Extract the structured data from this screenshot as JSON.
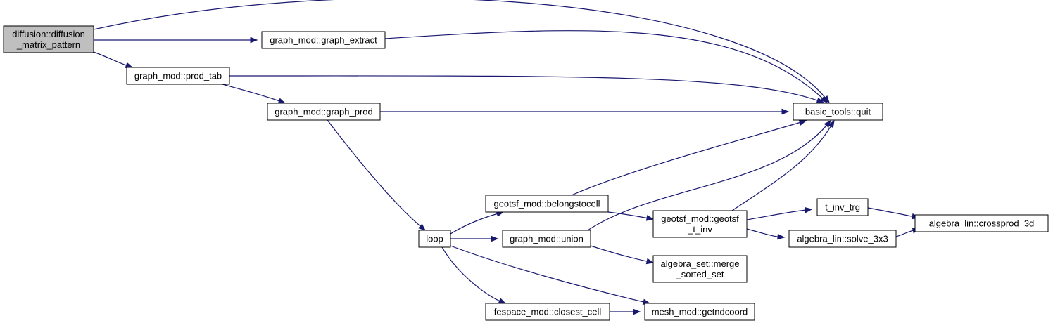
{
  "colors": {
    "edge": "#191970",
    "root_fill": "#bfbfbf",
    "node_fill": "#ffffff",
    "node_stroke": "#000000"
  },
  "nodes": {
    "diffusion_matrix_pattern": {
      "lines": [
        "diffusion::diffusion",
        "_matrix_pattern"
      ]
    },
    "graph_extract": {
      "lines": [
        "graph_mod::graph_extract"
      ]
    },
    "prod_tab": {
      "lines": [
        "graph_mod::prod_tab"
      ]
    },
    "graph_prod": {
      "lines": [
        "graph_mod::graph_prod"
      ]
    },
    "quit": {
      "lines": [
        "basic_tools::quit"
      ]
    },
    "loop": {
      "lines": [
        "loop"
      ]
    },
    "belongstocell": {
      "lines": [
        "geotsf_mod::belongstocell"
      ]
    },
    "union": {
      "lines": [
        "graph_mod::union"
      ]
    },
    "closest_cell": {
      "lines": [
        "fespace_mod::closest_cell"
      ]
    },
    "geotsf_t_inv": {
      "lines": [
        "geotsf_mod::geotsf",
        "_t_inv"
      ]
    },
    "merge_sorted_set": {
      "lines": [
        "algebra_set::merge",
        "_sorted_set"
      ]
    },
    "getndcoord": {
      "lines": [
        "mesh_mod::getndcoord"
      ]
    },
    "t_inv_trg": {
      "lines": [
        "t_inv_trg"
      ]
    },
    "solve_3x3": {
      "lines": [
        "algebra_lin::solve_3x3"
      ]
    },
    "crossprod_3d": {
      "lines": [
        "algebra_lin::crossprod_3d"
      ]
    }
  },
  "edges": [
    [
      "diffusion_matrix_pattern",
      "quit"
    ],
    [
      "diffusion_matrix_pattern",
      "graph_extract"
    ],
    [
      "diffusion_matrix_pattern",
      "prod_tab"
    ],
    [
      "graph_extract",
      "quit"
    ],
    [
      "prod_tab",
      "quit"
    ],
    [
      "prod_tab",
      "graph_prod"
    ],
    [
      "graph_prod",
      "quit"
    ],
    [
      "graph_prod",
      "loop"
    ],
    [
      "loop",
      "belongstocell"
    ],
    [
      "loop",
      "union"
    ],
    [
      "loop",
      "closest_cell"
    ],
    [
      "loop",
      "getndcoord"
    ],
    [
      "belongstocell",
      "quit"
    ],
    [
      "belongstocell",
      "geotsf_t_inv"
    ],
    [
      "union",
      "quit"
    ],
    [
      "union",
      "merge_sorted_set"
    ],
    [
      "closest_cell",
      "getndcoord"
    ],
    [
      "geotsf_t_inv",
      "quit"
    ],
    [
      "geotsf_t_inv",
      "t_inv_trg"
    ],
    [
      "geotsf_t_inv",
      "solve_3x3"
    ],
    [
      "t_inv_trg",
      "crossprod_3d"
    ],
    [
      "solve_3x3",
      "crossprod_3d"
    ]
  ]
}
